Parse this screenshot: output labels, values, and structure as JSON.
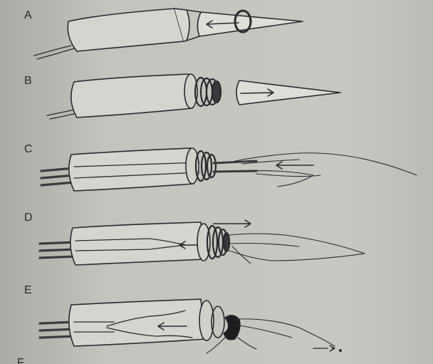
{
  "figure": {
    "panels": [
      {
        "label": "A"
      },
      {
        "label": "B"
      },
      {
        "label": "C"
      },
      {
        "label": "D"
      },
      {
        "label": "E"
      },
      {
        "label": "F"
      }
    ],
    "colors": {
      "page": "#bfc1bb",
      "line": "#2b2b2b",
      "tube_fill": "#d3d5cf",
      "core": "#555555"
    }
  }
}
